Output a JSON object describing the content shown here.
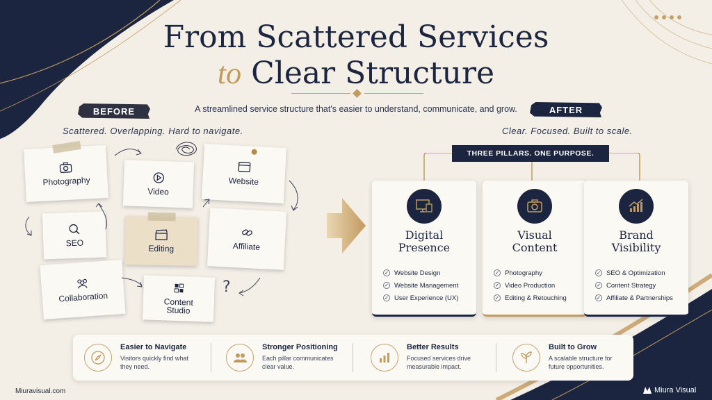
{
  "title": {
    "line1": "From Scattered Services",
    "line2_accent": "to",
    "line2": "Clear Structure"
  },
  "subtitle": "A streamlined service structure that's easier to understand, communicate, and grow.",
  "before": {
    "label": "BEFORE",
    "caption": "Scattered. Overlapping. Hard to navigate."
  },
  "after": {
    "label": "AFTER",
    "caption": "Clear. Focused. Built to scale."
  },
  "notes": {
    "photography": "Photography",
    "video": "Video",
    "website": "Website",
    "seo": "SEO",
    "editing": "Editing",
    "affiliate": "Affiliate",
    "collaboration": "Collaboration",
    "content_studio": "Content Studio"
  },
  "pillars_heading": "THREE PILLARS. ONE PURPOSE.",
  "pillars": [
    {
      "title": "Digital Presence",
      "icon": "monitor-icon",
      "items": [
        "Website Design",
        "Website Management",
        "User Experience (UX)"
      ]
    },
    {
      "title": "Visual Content",
      "icon": "camera-icon",
      "items": [
        "Photography",
        "Video Production",
        "Editing & Retouching"
      ]
    },
    {
      "title": "Brand Visibility",
      "icon": "growth-chart-icon",
      "items": [
        "SEO & Optimization",
        "Content Strategy",
        "Affiliate & Partnerships"
      ]
    }
  ],
  "benefits": [
    {
      "title": "Easier to Navigate",
      "desc": "Visitors quickly find what they need.",
      "icon": "compass-icon"
    },
    {
      "title": "Stronger Positioning",
      "desc": "Each pillar communicates clear value.",
      "icon": "users-icon"
    },
    {
      "title": "Better Results",
      "desc": "Focused services drive measurable impact.",
      "icon": "bar-chart-icon"
    },
    {
      "title": "Built to Grow",
      "desc": "A scalable structure for future opportunities.",
      "icon": "sprout-icon"
    }
  ],
  "footer": {
    "site": "Miuravisual.com",
    "brand": "Miura Visual"
  },
  "colors": {
    "navy": "#1b2540",
    "gold": "#c29a5e",
    "paper": "#f4efe6"
  }
}
